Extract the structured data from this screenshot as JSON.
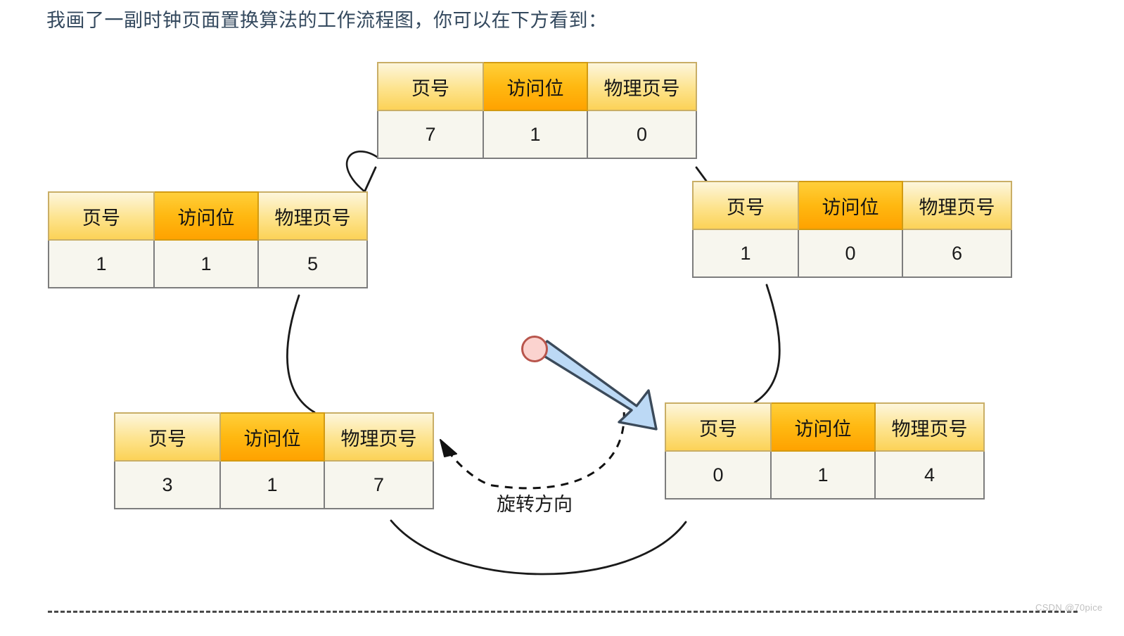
{
  "caption": "我画了一副时钟页面置换算法的工作流程图，你可以在下方看到：",
  "diagram": {
    "type": "clock-page-replacement-algorithm",
    "columns": [
      "页号",
      "访问位",
      "物理页号"
    ],
    "accent_column_index": 1,
    "rotation_label": "旋转方向",
    "entries": [
      {
        "position": "top",
        "page_number": "7",
        "access_bit": "1",
        "frame_number": "0"
      },
      {
        "position": "right",
        "page_number": "1",
        "access_bit": "0",
        "frame_number": "6"
      },
      {
        "position": "bottom-right",
        "page_number": "0",
        "access_bit": "1",
        "frame_number": "4"
      },
      {
        "position": "bottom-left",
        "page_number": "3",
        "access_bit": "1",
        "frame_number": "7"
      },
      {
        "position": "left",
        "page_number": "1",
        "access_bit": "1",
        "frame_number": "5"
      }
    ],
    "colors": {
      "header_light_top": "#fdf6dc",
      "header_light_bottom": "#fcd257",
      "header_accent_top": "#ffcf3a",
      "header_accent_bottom": "#ffa200",
      "cell_background": "#f7f6ee",
      "cell_border": "#7d7d7d",
      "pointer_fill": "#bcd9f5",
      "pointer_stroke": "#3b4a5a",
      "pivot_fill": "#fbd3cf",
      "pivot_stroke": "#b8554c",
      "arc_stroke": "#1a1a1a",
      "caption_text": "#34495e"
    }
  },
  "watermark": "CSDN @70pice"
}
